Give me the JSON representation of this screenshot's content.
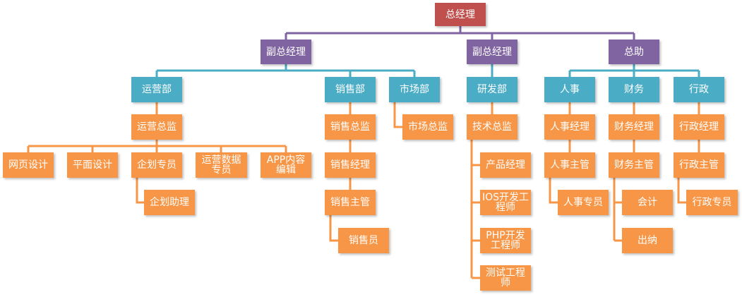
{
  "colors": {
    "root": "#c0504d",
    "level2": "#8064a2",
    "level3": "#4bacc6",
    "leaf": "#f79646",
    "line_purple": "#8064a2",
    "line_teal": "#4bacc6",
    "line_orange": "#f79646"
  },
  "nodes": {
    "root": "总经理",
    "vp1": "副总经理",
    "vp2": "副总经理",
    "asst": "总助",
    "ops": "运营部",
    "sales": "销售部",
    "market": "市场部",
    "rnd": "研发部",
    "hr": "人事",
    "fin": "财务",
    "admin": "行政",
    "ops_dir": "运营总监",
    "web_design": "网页设计",
    "graphic_design": "平面设计",
    "planner": "企划专员",
    "ops_data": "运营数据专员",
    "app_editor": "APP内容编辑",
    "plan_asst": "企划助理",
    "sales_dir": "销售总监",
    "sales_mgr": "销售经理",
    "sales_sup": "销售主管",
    "salesman": "销售员",
    "market_dir": "市场总监",
    "tech_dir": "技术总监",
    "pm": "产品经理",
    "ios": "IOS开发工程师",
    "php": "PHP开发工程师",
    "test": "测试工程师",
    "hr_mgr": "人事经理",
    "hr_sup": "人事主管",
    "hr_spec": "人事专员",
    "fin_mgr": "财务经理",
    "fin_sup": "财务主管",
    "accountant": "会计",
    "cashier": "出纳",
    "admin_mgr": "行政经理",
    "admin_sup": "行政主管",
    "admin_spec": "行政专员"
  }
}
